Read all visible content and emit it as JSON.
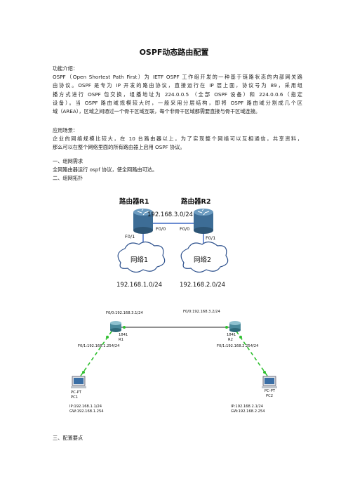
{
  "doc": {
    "title": "OSPF动态路由配置",
    "intro_heading": "功能介绍：",
    "intro_lines": [
      "OSPF（Open Shortest Path First）为 IETF OSPF 工作组开发的一种基于链路状态的内部网关路",
      "由协议。OSPF 是专为 IP 开发的路由协议，直接运行在 IP 层上面，协议号为 89，采用组",
      "播方式进行 OSPF 包交换，组播地址为 224.0.0.5 （全部 OSPF 设备）和 224.0.0.6（指定",
      "设备）。当 OSPF 路由域规模较大时，一般采用分层结构，即将 OSPF 路由域分割成几个区",
      "域（AREA），区域之间通过一个骨干区域互联，每个非骨干区域都需要直接与骨干区域连接。"
    ],
    "scene_heading": "应用场景：",
    "scene_lines": [
      "企业的网络规模比较大，在 10 台路由器以上，为了实现整个网络可以互相通信，共享资料，",
      "那么可以在整个网络里面的所有路由器上启用 OSPF 协议。"
    ],
    "section1": "一、组网需求",
    "section1_body": "全网路由器运行 ospf 协议，使全网路由可达。",
    "section2": "二、组网拓扑",
    "section3": "三、配置要点"
  },
  "diagram1": {
    "r1_label": "路由器R1",
    "r2_label": "路由器R2",
    "link_net": "192.168.3.0/24",
    "r1_f00": "F0/0",
    "r2_f00": "F0/0",
    "r1_f01": "F0/1",
    "r2_f01": "F0/1",
    "cloud1": "网络1",
    "cloud2": "网络2",
    "net1": "192.168.1.0/24",
    "net2": "192.168.2.0/24"
  },
  "diagram2": {
    "r1_f00_ip": "F0/0:192.168.3.1/24",
    "r2_f00_ip": "F0/0:192.168.3.2/24",
    "r1_model": "1841",
    "r1_name": "R1",
    "r2_model": "1841",
    "r2_name": "R2",
    "r1_f01_ip": "F0/1:192.168.1.254/24",
    "r2_f01_ip": "F0/1:192.168.2.254/24",
    "pc1_type": "PC-PT",
    "pc1_name": "PC1",
    "pc2_type": "PC-PT",
    "pc2_name": "PC2",
    "pc1_ip": "IP:192.168.1.1/24",
    "pc1_gw": "GW:192.168.1.254",
    "pc2_ip": "IP:192.168.2.1/24",
    "pc2_gw": "GW:192.168.2.254"
  },
  "colors": {
    "link_green": "#2fbf2f",
    "link_blue": "#3a66c4",
    "router_blue": "#3e6ea8",
    "router_teal": "#4a8a9c",
    "cloud_stroke": "#2b4f8c"
  }
}
